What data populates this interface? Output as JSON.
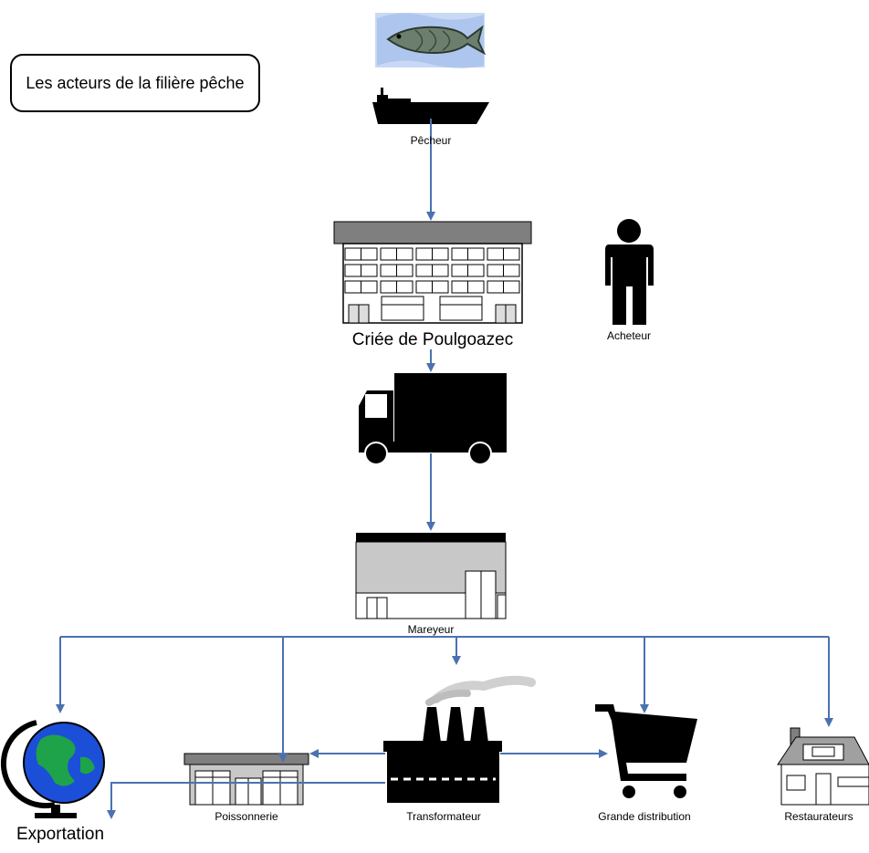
{
  "title": "Les acteurs de la filière pêche",
  "nodes": {
    "pecheur": "Pêcheur",
    "criee": "Criée de Poulgoazec",
    "acheteur": "Acheteur",
    "mareyeur": "Mareyeur",
    "exportation": "Exportation",
    "poissonnerie": "Poissonnerie",
    "transformateur": "Transformateur",
    "grande_distribution": "Grande distribution",
    "restaurateurs": "Restaurateurs"
  },
  "colors": {
    "arrow": "#4a72b0",
    "ink": "#000000"
  }
}
